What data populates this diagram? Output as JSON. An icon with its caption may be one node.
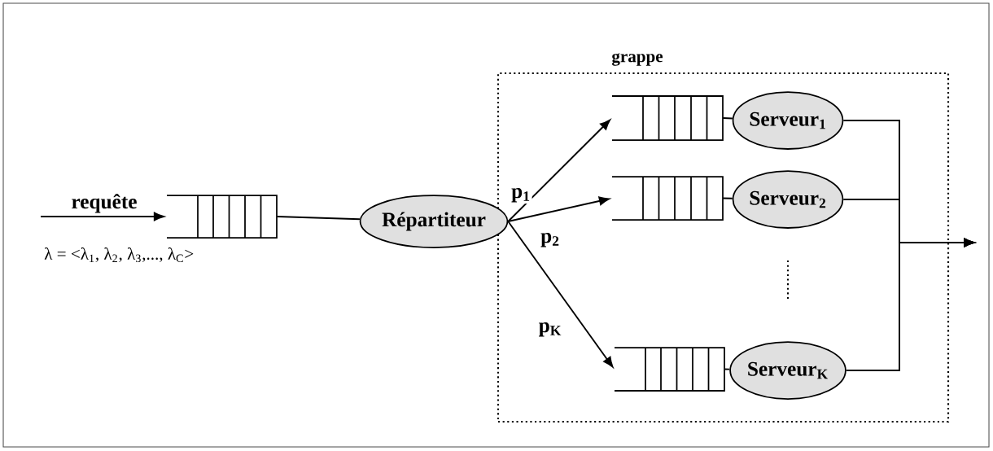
{
  "diagram": {
    "nodes": [
      {
        "text": [
          "grappe"
        ]
      },
      {
        "text": [],
        "shape": "queue"
      },
      {
        "text": [
          "Répartiteur"
        ]
      },
      {
        "text": [],
        "shape": "queue",
        "in": 0
      },
      {
        "text": [
          "Serveur$_{1}$"
        ],
        "in": 0
      },
      {
        "text": [],
        "shape": "queue",
        "in": 0
      },
      {
        "text": [
          "Serveur$_{2}$"
        ],
        "in": 0
      },
      {
        "text": [],
        "shape": "queue",
        "in": 0
      },
      {
        "text": [
          "Serveur$_{K}$"
        ],
        "in": 0
      }
    ],
    "edges": [
      {
        "from": null,
        "to": 1,
        "arrow": "to",
        "label": "requête"
      },
      {
        "from": 1,
        "to": 2,
        "arrow": "none"
      },
      {
        "from": 2,
        "to": 3,
        "arrow": "to",
        "label": "p$_{1}$"
      },
      {
        "from": 2,
        "to": 5,
        "arrow": "to",
        "label": "p$_{2}$"
      },
      {
        "from": 2,
        "to": 7,
        "arrow": "to",
        "label": "p$_{K}$"
      },
      {
        "from": 3,
        "to": 4,
        "arrow": "none"
      },
      {
        "from": 5,
        "to": 6,
        "arrow": "none"
      },
      {
        "from": 7,
        "to": 8,
        "arrow": "none"
      },
      {
        "from": 4,
        "to": null,
        "arrow": "to"
      },
      {
        "from": 6,
        "to": null,
        "arrow": "to"
      },
      {
        "from": 8,
        "to": null,
        "arrow": "to"
      }
    ],
    "labels": [
      "λ = <λ$_{1}$, λ$_{2}$, λ$_{3}$,..., λ$_{C}$>"
    ]
  }
}
